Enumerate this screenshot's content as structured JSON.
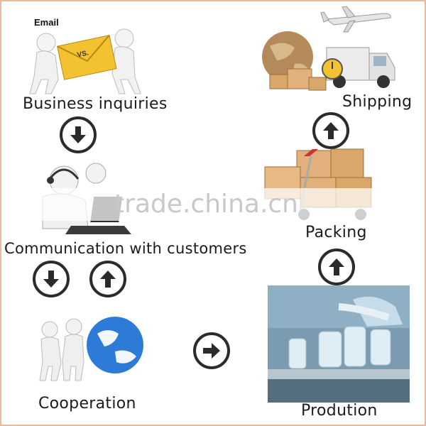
{
  "steps": {
    "business_inquiries": "Business inquiries",
    "communication": "Communication with customers",
    "cooperation": "Cooperation",
    "production": "Prodution",
    "packing": "Packing",
    "shipping": "Shipping"
  },
  "image_text": {
    "email": "Email",
    "vs": "VS."
  },
  "watermark": "trade.china.cn",
  "colors": {
    "frame": "#e9b9a0",
    "arrow": "#2b2b2b",
    "envelope": "#f2c230",
    "globe": "#2d7bd6",
    "box": "#e2b07a"
  },
  "icons": {
    "down": "arrow-down-icon",
    "up": "arrow-up-icon",
    "right": "arrow-right-icon"
  }
}
